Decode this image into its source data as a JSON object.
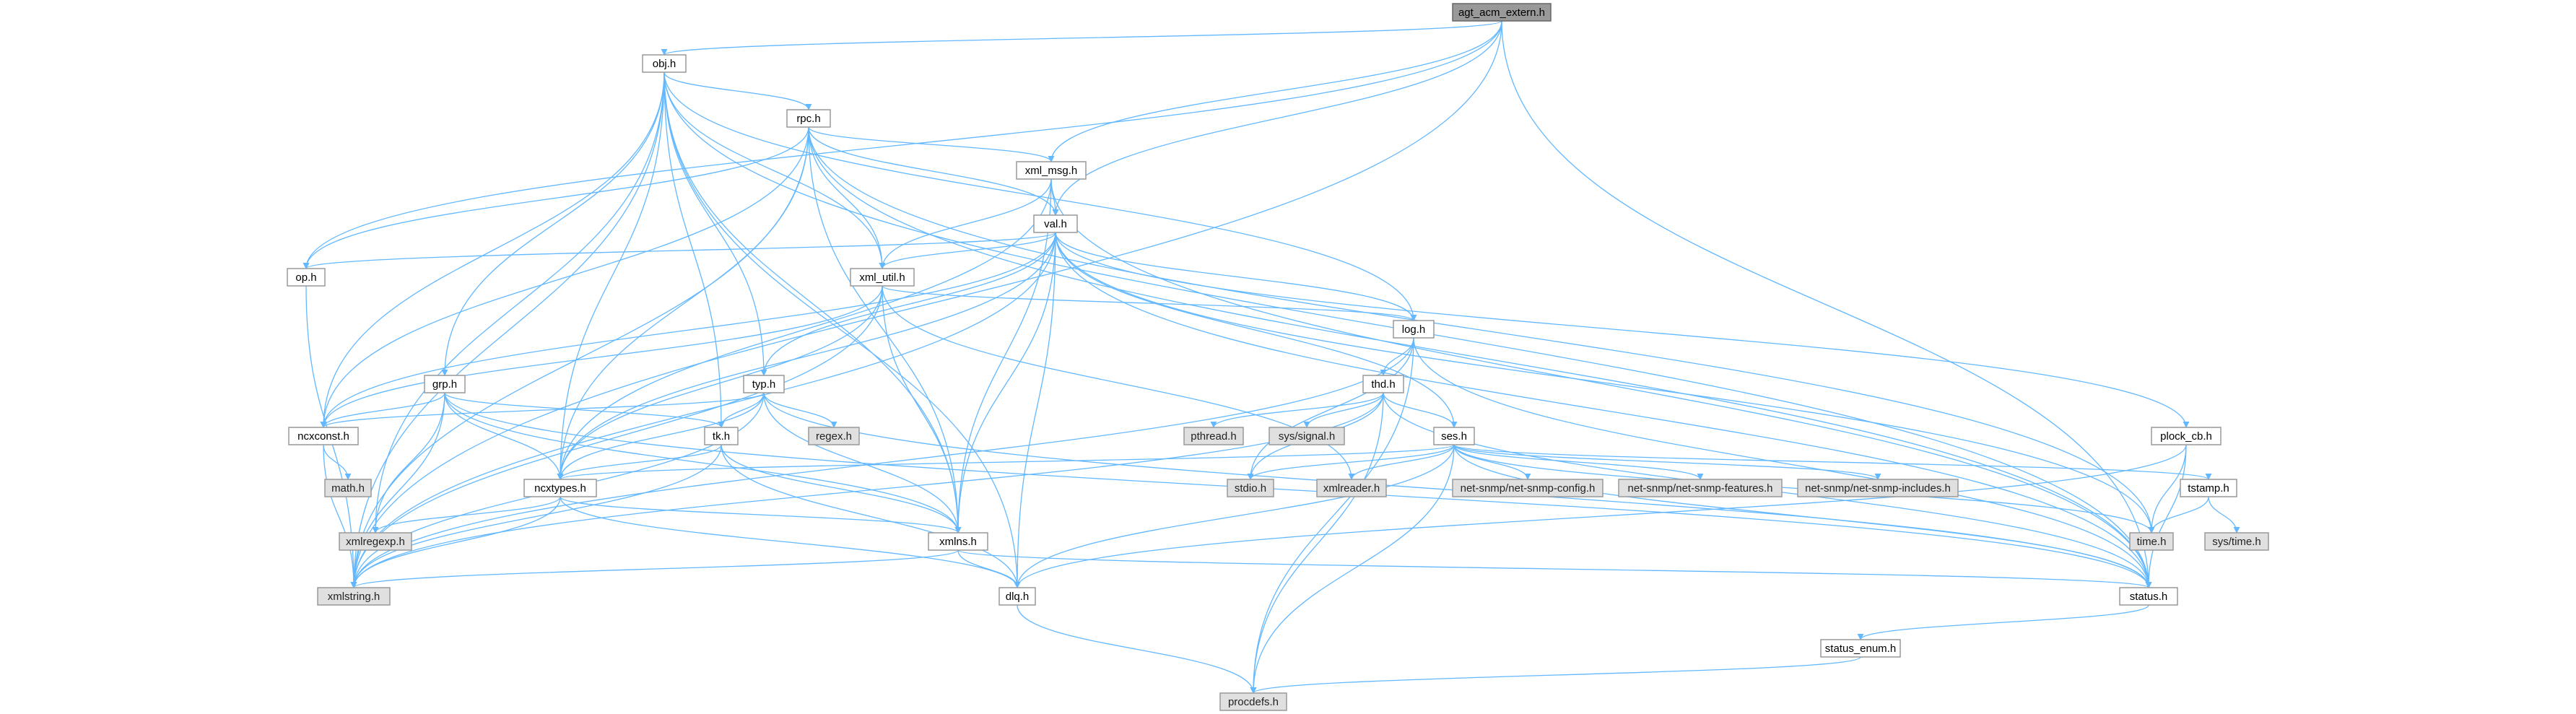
{
  "diagram": {
    "type": "include-dependency-graph",
    "root": "agt_acm_extern.h",
    "colors": {
      "edge": "#63b8ff",
      "root_fill": "#999999",
      "system_fill": "#e0e0e0",
      "node_border": "#999999"
    },
    "nodes": [
      {
        "id": "agt_acm_extern",
        "label": "agt_acm_extern.h",
        "kind": "root"
      },
      {
        "id": "obj",
        "label": "obj.h",
        "kind": "local"
      },
      {
        "id": "rpc",
        "label": "rpc.h",
        "kind": "local"
      },
      {
        "id": "xml_msg",
        "label": "xml_msg.h",
        "kind": "local"
      },
      {
        "id": "val",
        "label": "val.h",
        "kind": "local"
      },
      {
        "id": "op",
        "label": "op.h",
        "kind": "local"
      },
      {
        "id": "xml_util",
        "label": "xml_util.h",
        "kind": "local"
      },
      {
        "id": "log",
        "label": "log.h",
        "kind": "local"
      },
      {
        "id": "grp",
        "label": "grp.h",
        "kind": "local"
      },
      {
        "id": "typ",
        "label": "typ.h",
        "kind": "local"
      },
      {
        "id": "thd",
        "label": "thd.h",
        "kind": "local"
      },
      {
        "id": "ncxconst",
        "label": "ncxconst.h",
        "kind": "local"
      },
      {
        "id": "tk",
        "label": "tk.h",
        "kind": "local"
      },
      {
        "id": "regex",
        "label": "regex.h",
        "kind": "system"
      },
      {
        "id": "pthread",
        "label": "pthread.h",
        "kind": "system"
      },
      {
        "id": "sys_signal",
        "label": "sys/signal.h",
        "kind": "system"
      },
      {
        "id": "ses",
        "label": "ses.h",
        "kind": "local"
      },
      {
        "id": "plock_cb",
        "label": "plock_cb.h",
        "kind": "local"
      },
      {
        "id": "math",
        "label": "math.h",
        "kind": "system"
      },
      {
        "id": "ncxtypes",
        "label": "ncxtypes.h",
        "kind": "local"
      },
      {
        "id": "stdio",
        "label": "stdio.h",
        "kind": "system"
      },
      {
        "id": "xmlreader",
        "label": "xmlreader.h",
        "kind": "system"
      },
      {
        "id": "nsconfig",
        "label": "net-snmp/net-snmp-config.h",
        "kind": "system"
      },
      {
        "id": "nsfeatures",
        "label": "net-snmp/net-snmp-features.h",
        "kind": "system"
      },
      {
        "id": "nsincludes",
        "label": "net-snmp/net-snmp-includes.h",
        "kind": "system"
      },
      {
        "id": "tstamp",
        "label": "tstamp.h",
        "kind": "local"
      },
      {
        "id": "xmlregexp",
        "label": "xmlregexp.h",
        "kind": "system"
      },
      {
        "id": "xmlns",
        "label": "xmlns.h",
        "kind": "local"
      },
      {
        "id": "time",
        "label": "time.h",
        "kind": "system"
      },
      {
        "id": "sys_time",
        "label": "sys/time.h",
        "kind": "system"
      },
      {
        "id": "xmlstring",
        "label": "xmlstring.h",
        "kind": "system"
      },
      {
        "id": "dlq",
        "label": "dlq.h",
        "kind": "local"
      },
      {
        "id": "status",
        "label": "status.h",
        "kind": "local"
      },
      {
        "id": "status_enum",
        "label": "status_enum.h",
        "kind": "local"
      },
      {
        "id": "procdefs",
        "label": "procdefs.h",
        "kind": "system"
      }
    ],
    "edges": [
      [
        "agt_acm_extern",
        "obj"
      ],
      [
        "agt_acm_extern",
        "op"
      ],
      [
        "agt_acm_extern",
        "xml_msg"
      ],
      [
        "agt_acm_extern",
        "val"
      ],
      [
        "agt_acm_extern",
        "status"
      ],
      [
        "agt_acm_extern",
        "xmlstring"
      ],
      [
        "obj",
        "rpc"
      ],
      [
        "obj",
        "grp"
      ],
      [
        "obj",
        "typ"
      ],
      [
        "obj",
        "tk"
      ],
      [
        "obj",
        "ncxconst"
      ],
      [
        "obj",
        "ncxtypes"
      ],
      [
        "obj",
        "xml_util"
      ],
      [
        "obj",
        "xmlns"
      ],
      [
        "obj",
        "xmlregexp"
      ],
      [
        "obj",
        "xmlstring"
      ],
      [
        "obj",
        "dlq"
      ],
      [
        "obj",
        "status"
      ],
      [
        "obj",
        "log"
      ],
      [
        "rpc",
        "xml_msg"
      ],
      [
        "rpc",
        "val"
      ],
      [
        "rpc",
        "op"
      ],
      [
        "rpc",
        "xml_util"
      ],
      [
        "rpc",
        "ncxconst"
      ],
      [
        "rpc",
        "ncxtypes"
      ],
      [
        "rpc",
        "xmlns"
      ],
      [
        "rpc",
        "xmlstring"
      ],
      [
        "rpc",
        "status"
      ],
      [
        "rpc",
        "time"
      ],
      [
        "xml_msg",
        "val"
      ],
      [
        "xml_msg",
        "xml_util"
      ],
      [
        "xml_msg",
        "ncxtypes"
      ],
      [
        "xml_msg",
        "xmlns"
      ],
      [
        "xml_msg",
        "status"
      ],
      [
        "val",
        "op"
      ],
      [
        "val",
        "xml_util"
      ],
      [
        "val",
        "log"
      ],
      [
        "val",
        "typ"
      ],
      [
        "val",
        "ses"
      ],
      [
        "val",
        "plock_cb"
      ],
      [
        "val",
        "ncxconst"
      ],
      [
        "val",
        "ncxtypes"
      ],
      [
        "val",
        "xmlns"
      ],
      [
        "val",
        "xmlstring"
      ],
      [
        "val",
        "dlq"
      ],
      [
        "val",
        "status"
      ],
      [
        "val",
        "time"
      ],
      [
        "op",
        "xmlstring"
      ],
      [
        "xml_util",
        "log"
      ],
      [
        "xml_util",
        "xmlreader"
      ],
      [
        "xml_util",
        "ncxconst"
      ],
      [
        "xml_util",
        "ncxtypes"
      ],
      [
        "xml_util",
        "xmlns"
      ],
      [
        "xml_util",
        "xmlstring"
      ],
      [
        "log",
        "thd"
      ],
      [
        "log",
        "stdio"
      ],
      [
        "log",
        "procdefs"
      ],
      [
        "log",
        "status"
      ],
      [
        "log",
        "xmlstring"
      ],
      [
        "grp",
        "ncxconst"
      ],
      [
        "grp",
        "ncxtypes"
      ],
      [
        "grp",
        "tk"
      ],
      [
        "grp",
        "xmlns"
      ],
      [
        "grp",
        "xmlregexp"
      ],
      [
        "grp",
        "xmlstring"
      ],
      [
        "grp",
        "status"
      ],
      [
        "typ",
        "regex"
      ],
      [
        "typ",
        "tk"
      ],
      [
        "typ",
        "ncxconst"
      ],
      [
        "typ",
        "ncxtypes"
      ],
      [
        "typ",
        "xmlns"
      ],
      [
        "typ",
        "xmlstring"
      ],
      [
        "typ",
        "status"
      ],
      [
        "thd",
        "pthread"
      ],
      [
        "thd",
        "sys_signal"
      ],
      [
        "thd",
        "ses"
      ],
      [
        "thd",
        "stdio"
      ],
      [
        "thd",
        "procdefs"
      ],
      [
        "thd",
        "status"
      ],
      [
        "thd",
        "xmlstring"
      ],
      [
        "ncxconst",
        "math"
      ],
      [
        "ncxconst",
        "xmlstring"
      ],
      [
        "tk",
        "ncxtypes"
      ],
      [
        "tk",
        "xmlns"
      ],
      [
        "tk",
        "xmlstring"
      ],
      [
        "tk",
        "dlq"
      ],
      [
        "ses",
        "stdio"
      ],
      [
        "ses",
        "xmlreader"
      ],
      [
        "ses",
        "nsconfig"
      ],
      [
        "ses",
        "nsfeatures"
      ],
      [
        "ses",
        "nsincludes"
      ],
      [
        "ses",
        "tstamp"
      ],
      [
        "ses",
        "time"
      ],
      [
        "ses",
        "ncxtypes"
      ],
      [
        "ses",
        "dlq"
      ],
      [
        "ses",
        "status"
      ],
      [
        "ses",
        "procdefs"
      ],
      [
        "plock_cb",
        "time"
      ],
      [
        "plock_cb",
        "dlq"
      ],
      [
        "plock_cb",
        "status"
      ],
      [
        "ncxtypes",
        "xmlregexp"
      ],
      [
        "ncxtypes",
        "xmlns"
      ],
      [
        "ncxtypes",
        "xmlstring"
      ],
      [
        "ncxtypes",
        "dlq"
      ],
      [
        "tstamp",
        "time"
      ],
      [
        "tstamp",
        "sys_time"
      ],
      [
        "xmlns",
        "dlq"
      ],
      [
        "xmlns",
        "status"
      ],
      [
        "xmlns",
        "xmlstring"
      ],
      [
        "dlq",
        "procdefs"
      ],
      [
        "status",
        "status_enum"
      ],
      [
        "status_enum",
        "procdefs"
      ]
    ]
  }
}
